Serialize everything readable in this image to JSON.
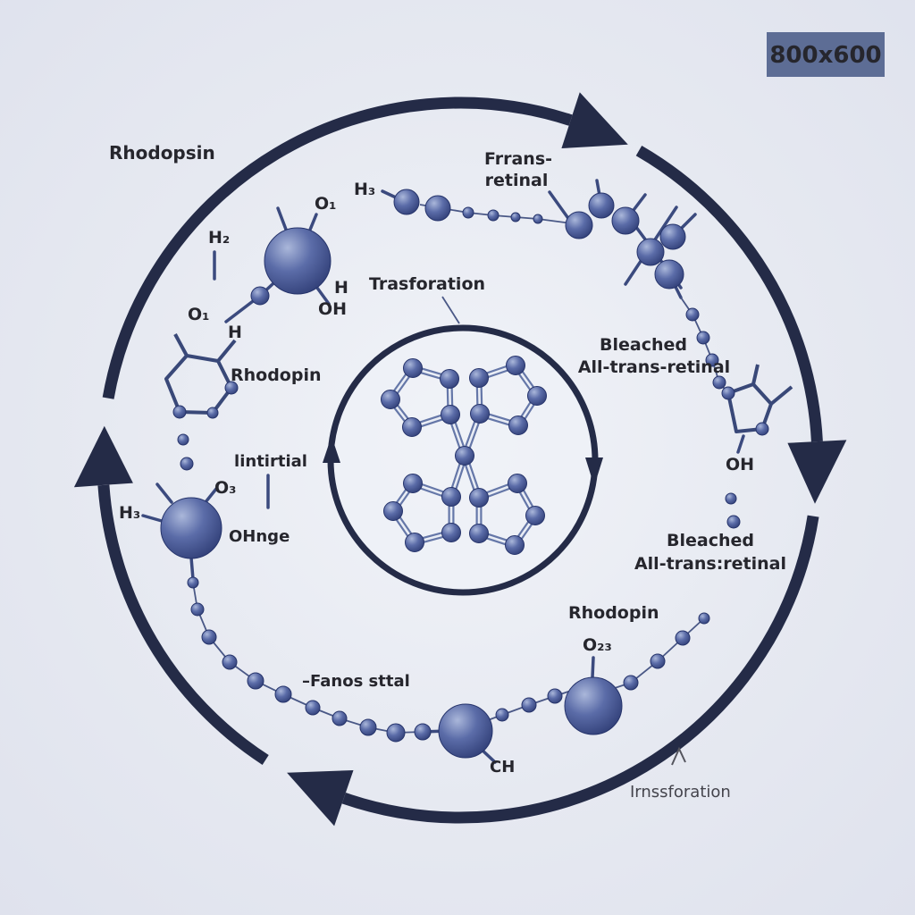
{
  "badge": {
    "text": "800x600"
  },
  "labels": {
    "rhodopsin": "Rhodopsin",
    "trans_line1": "Frrans-",
    "trans_line2": "retinal",
    "transformation": "Trasforation",
    "rhodopin_left": "Rhodopin",
    "initial": "lintirtial",
    "ohnge": "OHnge",
    "fanos": "–Fanos sttal",
    "ch": "CH",
    "rhodopin_lower": "Rhodopin",
    "bleached_right_1": "Bleached",
    "bleached_right_2": "All-trans-retinal",
    "bleached_lower_1": "Bleached",
    "bleached_lower_2": "All-trans:retinal",
    "transformation_bottom": "Irnssforation"
  },
  "atoms": {
    "h2": "H₂",
    "o1": "O₁",
    "o1b": "O₁",
    "h_a": "H",
    "h_b": "H",
    "oh_a": "OH",
    "h3_top": "H₃",
    "h3_left": "H₃",
    "o3": "O₃",
    "oh_b": "OH",
    "o23": "O₂₃"
  },
  "colors": {
    "arrow": "#242b47",
    "sphere_dark": "#2e3c74",
    "background": "#e6e9f1",
    "badge_bg": "#5d6d95"
  }
}
